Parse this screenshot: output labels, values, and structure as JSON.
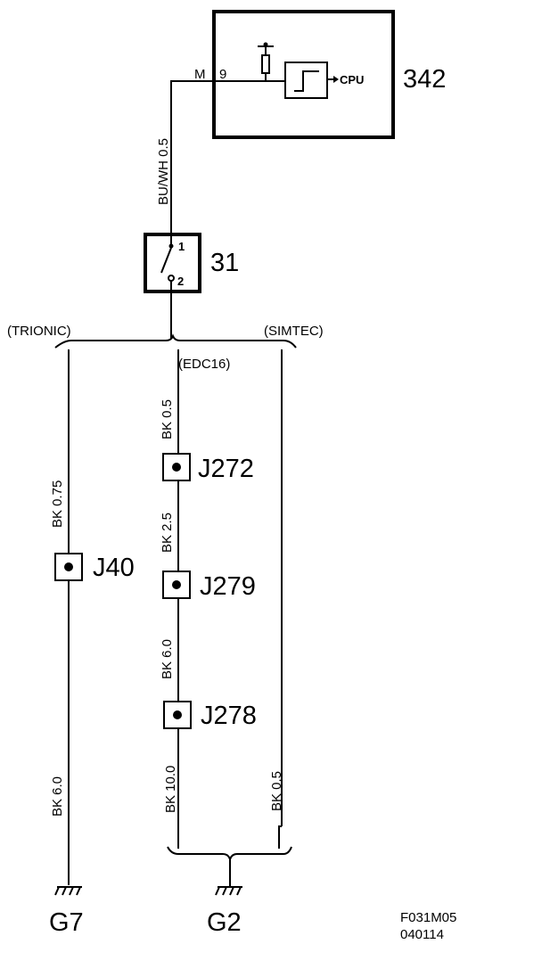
{
  "components": {
    "control_module": {
      "id": "342",
      "pin_letter": "M",
      "pin_number": "9",
      "cpu_label": "CPU"
    },
    "switch": {
      "id": "31",
      "terminal_1": "1",
      "terminal_2": "2"
    },
    "junctions": {
      "j272": "J272",
      "j279": "J279",
      "j278": "J278",
      "j40": "J40"
    },
    "grounds": {
      "g7": "G7",
      "g2": "G2"
    }
  },
  "variants": {
    "trionic": "(TRIONIC)",
    "simtec": "(SIMTEC)",
    "edc16": "(EDC16)"
  },
  "wires": {
    "bu_wh_05": "BU/WH  0.5",
    "bk_05_top": "BK  0.5",
    "bk_25": "BK  2.5",
    "bk_60_mid": "BK  6.0",
    "bk_100": "BK  10.0",
    "bk_075": "BK  0.75",
    "bk_60_left": "BK  6.0",
    "bk_05_right": "BK  0.5"
  },
  "footer": {
    "figure_code": "F031M05",
    "date_code": "040114"
  }
}
